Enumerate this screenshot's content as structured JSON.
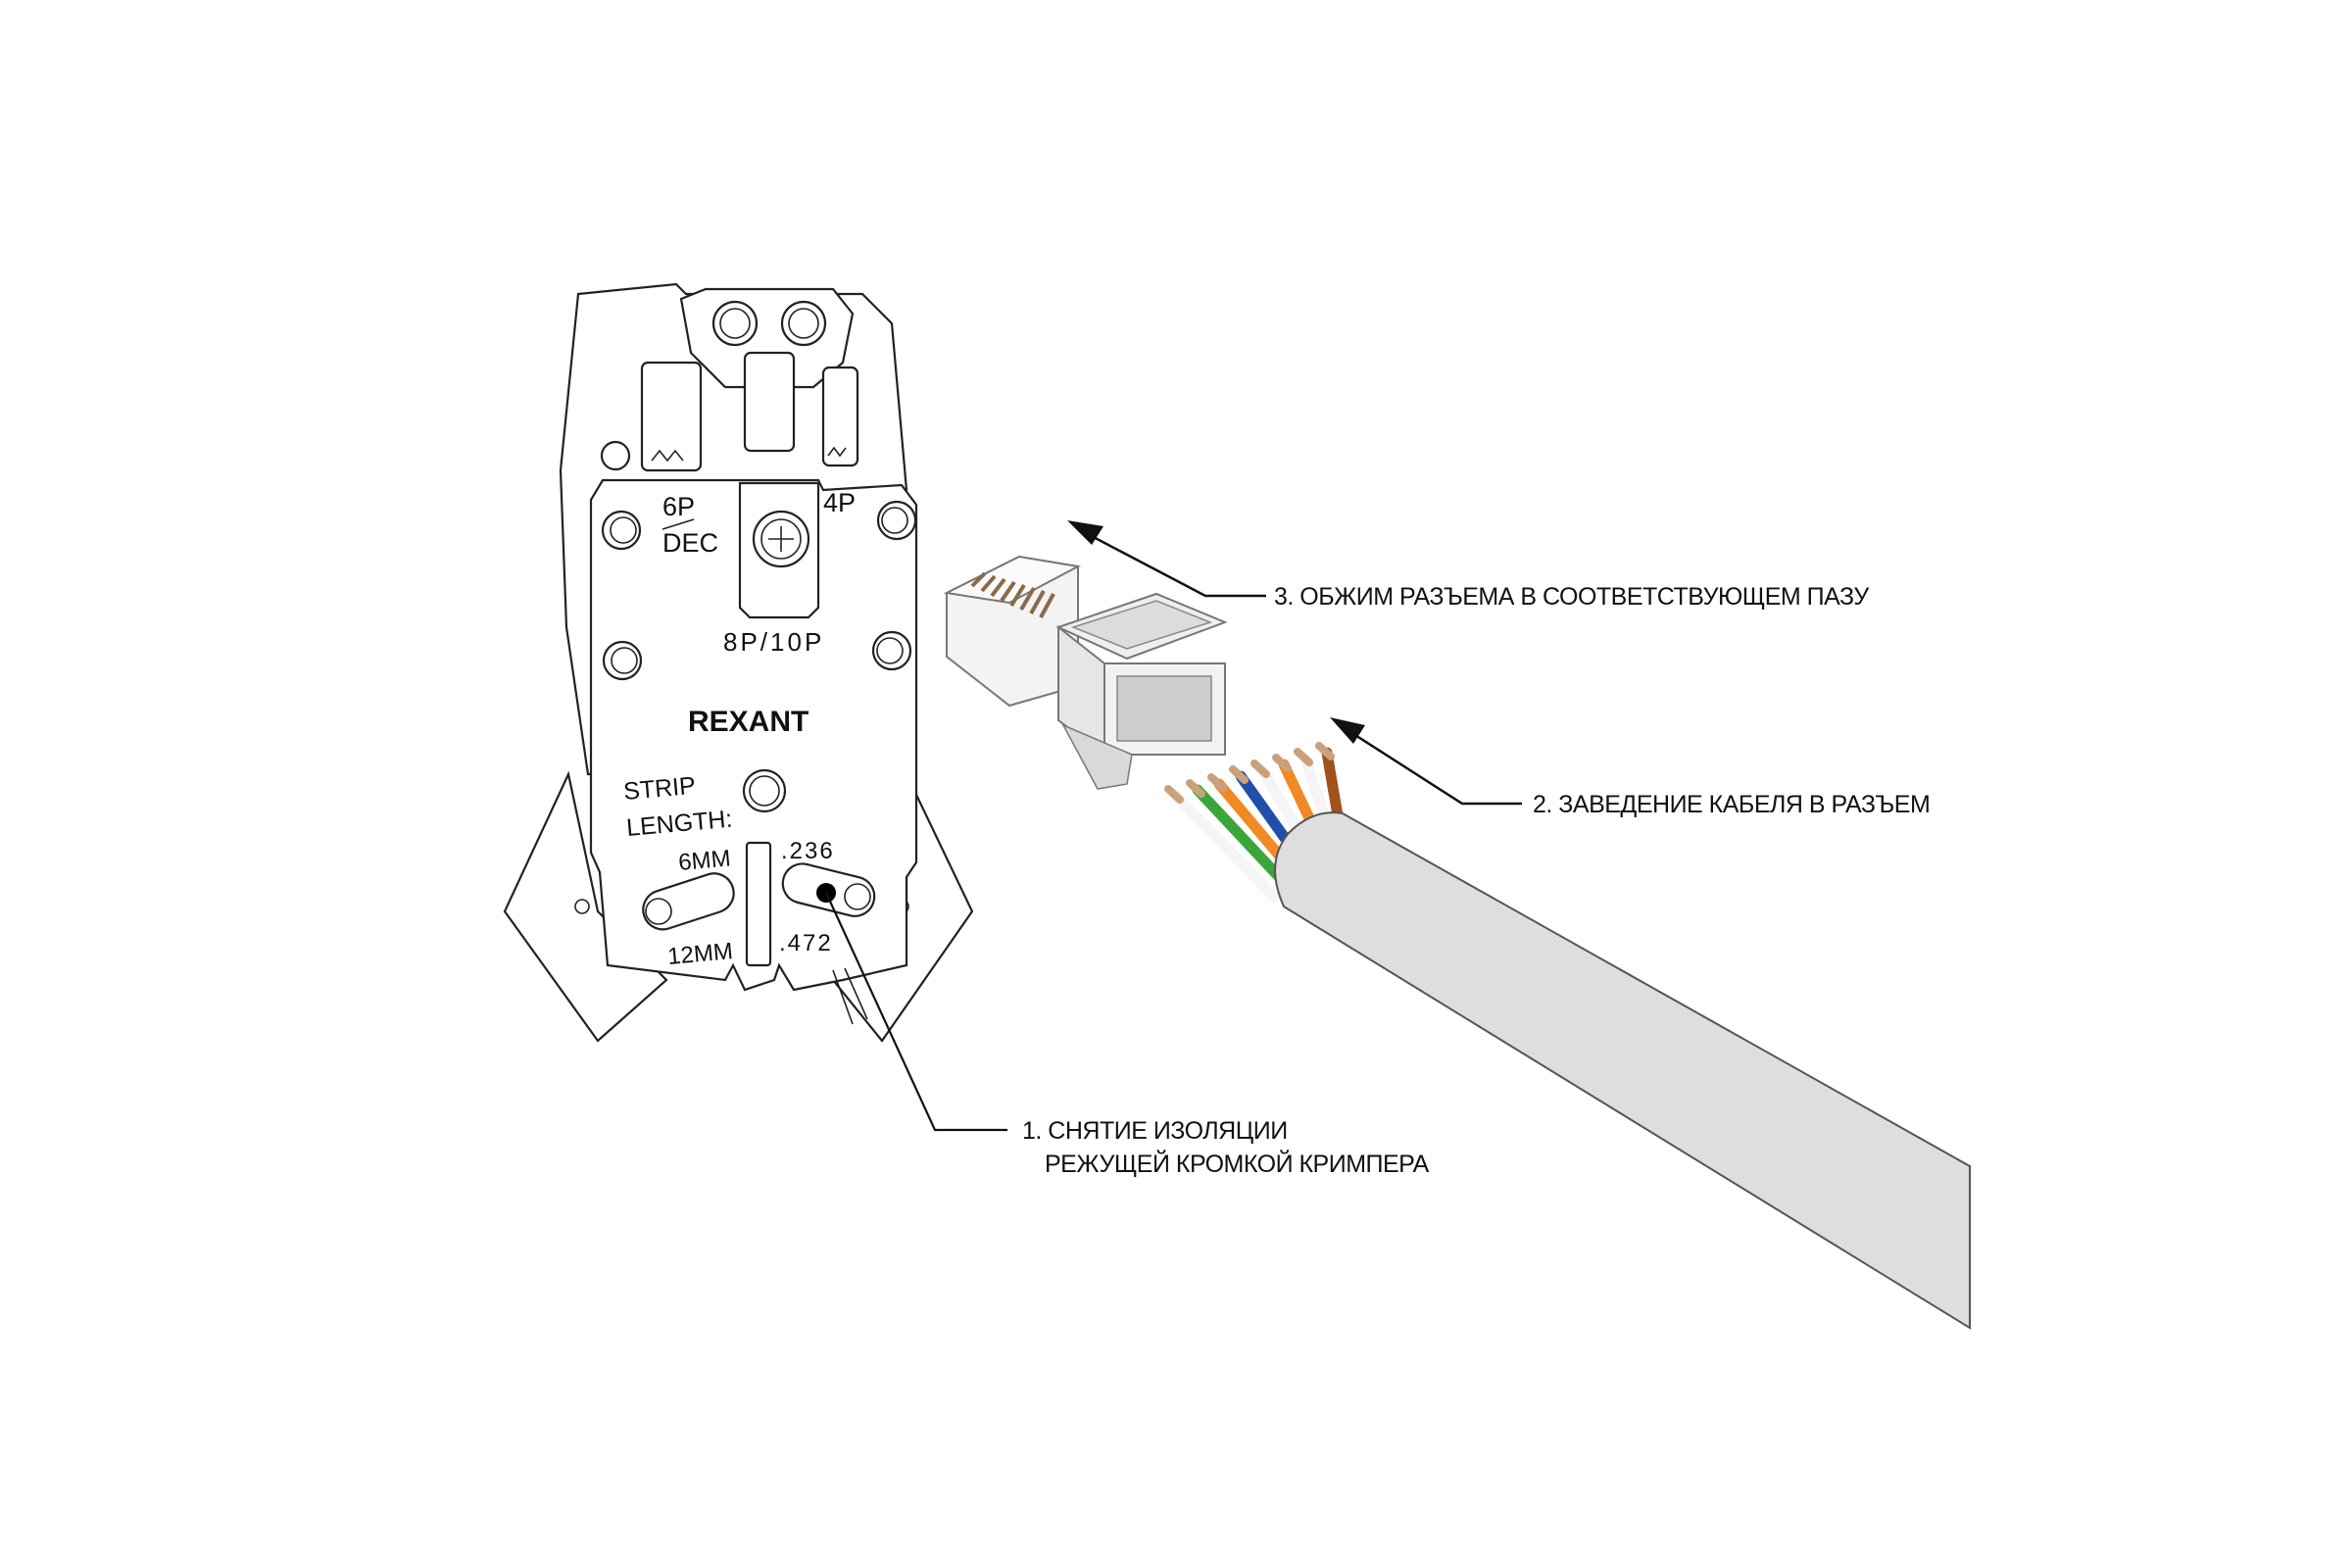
{
  "tool": {
    "brand": "REXANT",
    "die_6p": "6P",
    "die_dec": "DEC",
    "die_4p": "4P",
    "die_8p10p": "8P/10P",
    "strip": "STRIP",
    "length": "LENGTH:",
    "mm6": "6MM",
    "mm12": "12MM",
    "in236": ".236",
    "in472": ".472"
  },
  "steps": {
    "step1_line1": "1. СНЯТИЕ ИЗОЛЯЦИИ",
    "step1_line2": "РЕЖУЩЕЙ КРОМКОЙ КРИМПЕРА",
    "step2": "2. ЗАВЕДЕНИЕ КАБЕЛЯ В РАЗЪЕМ",
    "step3": "3. ОБЖИМ РАЗЪЕМА В СООТВЕТСТВУЮЩЕМ ПАЗУ"
  },
  "colors": {
    "cable": "#dedede",
    "copper": "#c9a27c",
    "green": "#3aa63a",
    "orange": "#f08a24",
    "blue": "#1f4fa8",
    "brown": "#a0521d"
  }
}
